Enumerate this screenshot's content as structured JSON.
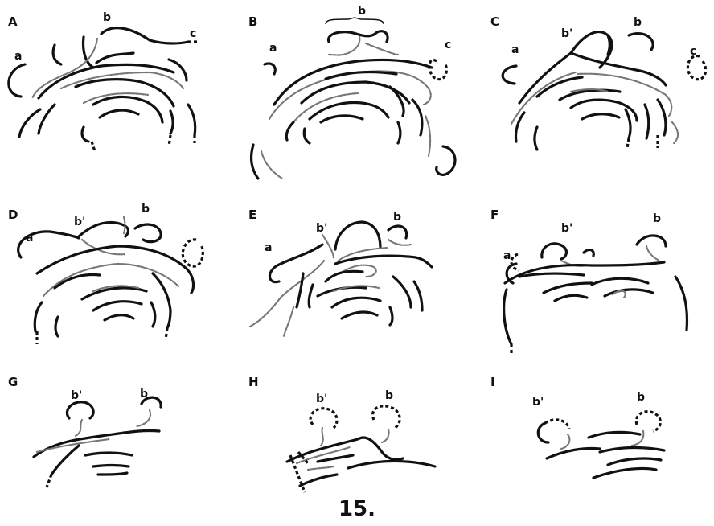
{
  "figure_number": "15.",
  "panels": [
    {
      "letter": "A",
      "labels": [
        "a",
        "b",
        "c"
      ]
    },
    {
      "letter": "B",
      "labels": [
        "a",
        "b",
        "c"
      ]
    },
    {
      "letter": "C",
      "labels": [
        "a",
        "b'",
        "b",
        "c"
      ]
    },
    {
      "letter": "D",
      "labels": [
        "a",
        "b'",
        "b"
      ]
    },
    {
      "letter": "E",
      "labels": [
        "a",
        "b'",
        "b"
      ]
    },
    {
      "letter": "F",
      "labels": [
        "a",
        "b'",
        "b"
      ]
    },
    {
      "letter": "G",
      "labels": [
        "b'",
        "b"
      ]
    },
    {
      "letter": "H",
      "labels": [
        "b'",
        "b"
      ]
    },
    {
      "letter": "I",
      "labels": [
        "b'",
        "b"
      ]
    }
  ],
  "colors": {
    "thread": "#111111",
    "faint_thread": "#777777",
    "background": "#ffffff"
  }
}
